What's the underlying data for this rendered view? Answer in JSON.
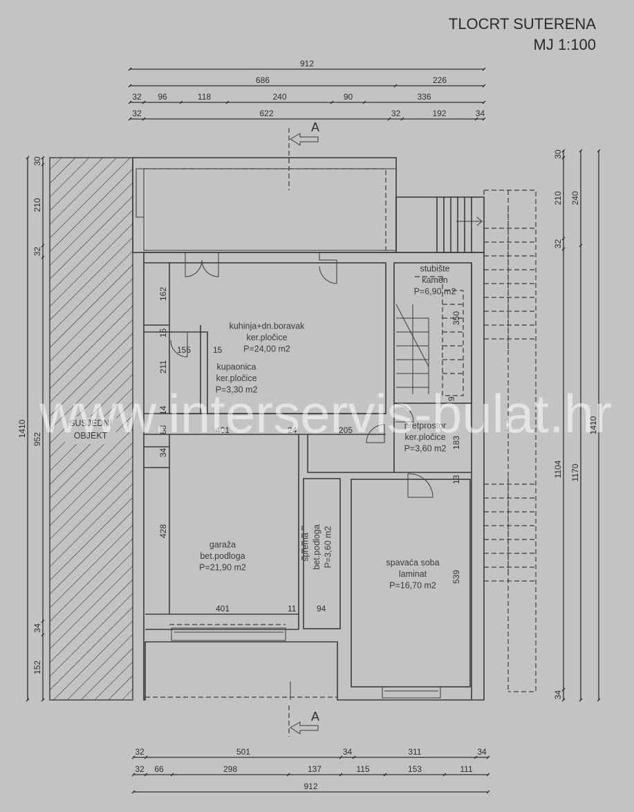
{
  "title": {
    "line1": "TLOCRT SUTERENA",
    "line2": "MJ 1:100"
  },
  "section_marker": "A",
  "neighbor": {
    "line1": "SUSJEDNI",
    "line2": "OBJEKT"
  },
  "rooms": [
    {
      "name": "kuhinja+dn.boravak",
      "floor": "ker.pločice",
      "area": "P=24,00 m2"
    },
    {
      "name": "kupaonica",
      "floor": "ker.pločice",
      "area": "P=3,30 m2"
    },
    {
      "name": "stubište",
      "floor": "kamen",
      "area": "P=6,90 m2"
    },
    {
      "name": "pretprostor",
      "floor": "ker.pločice",
      "area": "P=3,60 m2"
    },
    {
      "name": "garaža",
      "floor": "bet.podloga",
      "area": "P=21,90 m2"
    },
    {
      "name": "sprema",
      "floor": "bet.podloga",
      "area": "P=3,60 m2"
    },
    {
      "name": "spavaća soba",
      "floor": "laminat",
      "area": "P=16,70 m2"
    }
  ],
  "dimensions": {
    "top": [
      [
        "912"
      ],
      [
        "686",
        "226"
      ],
      [
        "32",
        "96",
        "118",
        "240",
        "90",
        "336"
      ],
      [
        "32",
        "622",
        "32",
        "192",
        "34"
      ]
    ],
    "bottom": [
      [
        "32",
        "501",
        "34",
        "311",
        "34"
      ],
      [
        "32",
        "66",
        "298",
        "137",
        "115",
        "153",
        "111"
      ],
      [
        "912"
      ]
    ],
    "left": [
      [
        "1410"
      ],
      [
        "30",
        "210",
        "32",
        "952",
        "34",
        "152"
      ]
    ],
    "right": [
      [
        "30",
        "210",
        "32",
        "1104",
        "34"
      ],
      [
        "240",
        "1170"
      ],
      [
        "1410"
      ]
    ],
    "interior": [
      "162",
      "15",
      "155",
      "15",
      "211",
      "14",
      "88",
      "34",
      "401",
      "24",
      "205",
      "428",
      "401",
      "11",
      "94",
      "183",
      "13",
      "539",
      "350",
      "9"
    ]
  },
  "watermark": "www.interservis-bulat.hr"
}
